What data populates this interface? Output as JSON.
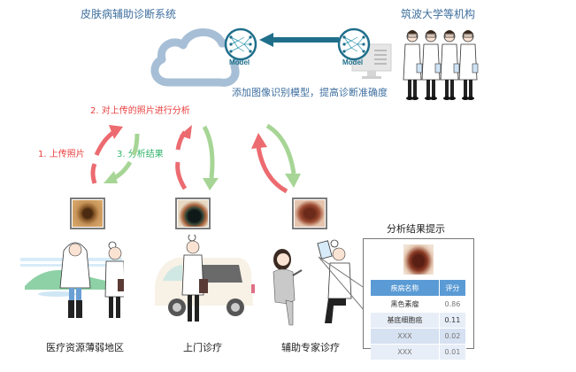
{
  "header": {
    "system_title": "皮肤病辅助诊断系统",
    "institution_title": "筑波大学等机构",
    "model_caption": "添加图像识别模型，提高诊断准确度",
    "model_badge_left": "Model",
    "model_badge_right": "Model"
  },
  "flow": {
    "step1": "1. 上传照片",
    "step2": "2. 对上传的照片进行分析",
    "step3": "3. 分析结果"
  },
  "scenarios": [
    {
      "label": "医疗资源薄弱地区",
      "icon": "rural-area-doctor-patient-illustration"
    },
    {
      "label": "上门诊疗",
      "icon": "home-visit-doctor-van-illustration"
    },
    {
      "label": "辅助专家诊疗",
      "icon": "expert-consultation-illustration"
    }
  ],
  "result_panel": {
    "title": "分析结果提示",
    "columns": [
      "疾病名称",
      "评分"
    ],
    "rows": [
      {
        "name": "黑色素瘤",
        "score": "0.86"
      },
      {
        "name": "基底细胞癌",
        "score": "0.11"
      },
      {
        "name": "XXX",
        "score": "0.02"
      },
      {
        "name": "XXX",
        "score": "0.01"
      }
    ]
  },
  "colors": {
    "cloud": "#a7bfd6",
    "model_teal": "#1f6f8b",
    "arrow_red": "#ec6b70",
    "arrow_green": "#a6d595",
    "table_header": "#5b9bd5"
  }
}
